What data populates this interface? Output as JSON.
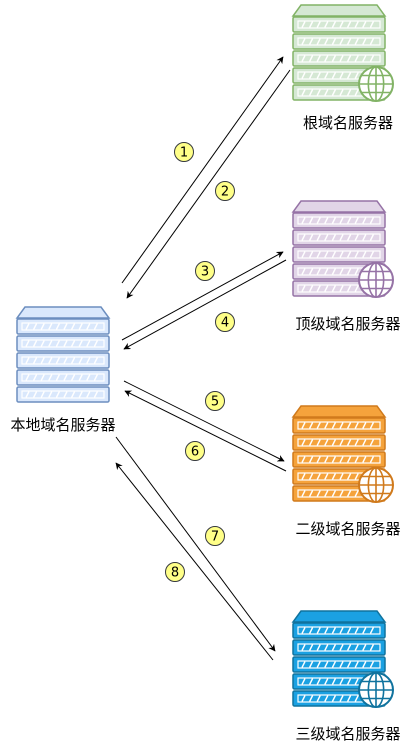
{
  "servers": {
    "local": {
      "label": "本地域名服务器",
      "color": "#6C8EBF",
      "fill": "#DAE8FC",
      "icon": "server-icon"
    },
    "root": {
      "label": "根域名服务器",
      "color": "#82B366",
      "fill": "#D5E8D4",
      "icon": "globe-server-icon"
    },
    "tld": {
      "label": "顶级域名服务器",
      "color": "#9673A6",
      "fill": "#E1D5E7",
      "icon": "globe-server-icon"
    },
    "second": {
      "label": "二级域名服务器",
      "color": "#D07A1C",
      "fill": "#F5A33C",
      "icon": "globe-server-icon"
    },
    "third": {
      "label": "三级域名服务器",
      "color": "#10739E",
      "fill": "#1BA1E2",
      "icon": "globe-server-icon"
    }
  },
  "steps": {
    "s1": "1",
    "s2": "2",
    "s3": "3",
    "s4": "4",
    "s5": "5",
    "s6": "6",
    "s7": "7",
    "s8": "8"
  },
  "badge_fill": "#FFFF88"
}
